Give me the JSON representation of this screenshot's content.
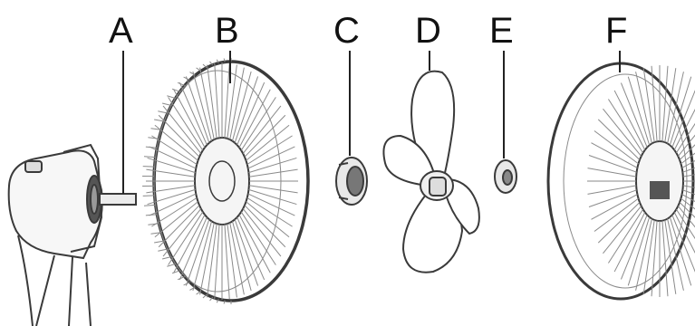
{
  "labels": {
    "a": "A",
    "b": "B",
    "c": "C",
    "d": "D",
    "e": "E",
    "f": "F"
  },
  "colors": {
    "line": "#3a3a3a",
    "light_line": "#8a8a8a",
    "label": "#111111"
  }
}
